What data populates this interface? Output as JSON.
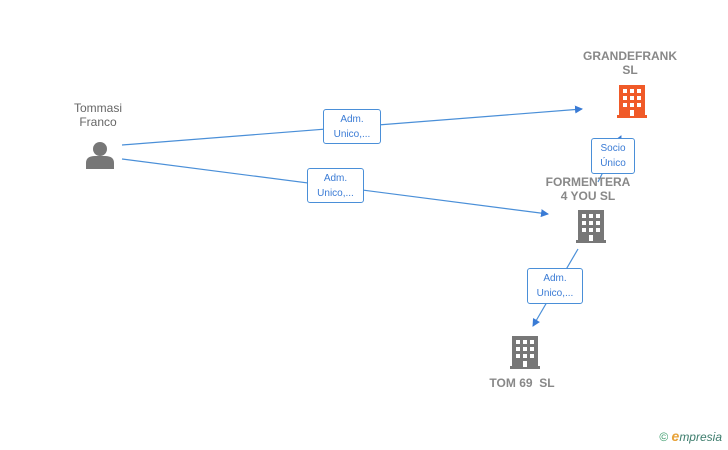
{
  "nodes": {
    "tommasi": {
      "line1": "Tommasi",
      "line2": "Franco"
    },
    "grandefrank": {
      "line1": "GRANDEFRANK",
      "line2": "SL"
    },
    "formentera": {
      "line1": "FORMENTERA",
      "line2": "4 YOU SL"
    },
    "tom69": {
      "line1": "TOM 69  SL"
    }
  },
  "edges": {
    "e1": {
      "line1": "Adm.",
      "line2": "Unico,..."
    },
    "e2": {
      "line1": "Adm.",
      "line2": "Unico,..."
    },
    "e3": {
      "line1": "Socio",
      "line2": "Único"
    },
    "e4": {
      "line1": "Adm.",
      "line2": "Unico,..."
    }
  },
  "colors": {
    "edge": "#3a7bd5",
    "company": "#777777",
    "highlight": "#f05a28",
    "person": "#777777"
  },
  "branding": {
    "copyright": "©",
    "e": "e",
    "rest": "mpresia"
  }
}
